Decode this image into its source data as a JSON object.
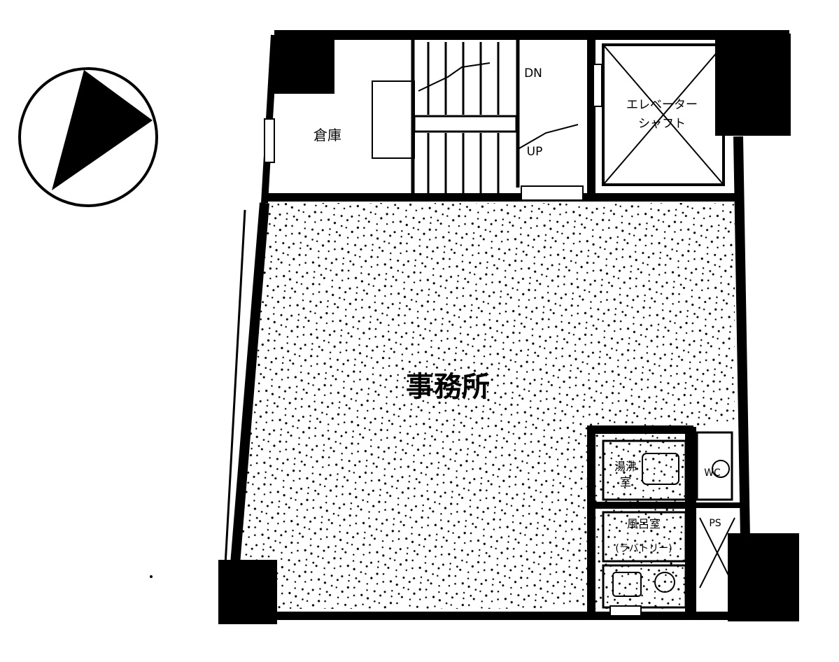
{
  "compass": {
    "icon": "north-arrow-icon",
    "pointing": "right"
  },
  "rooms": {
    "office": "事務所",
    "storage": "倉庫",
    "elevator_shaft_line1": "エレベーター",
    "elevator_shaft_line2": "シャフト",
    "stairs_down": "DN",
    "stairs_up": "UP",
    "kitchenette_line1": "湯沸",
    "kitchenette_line2": "室",
    "washroom": "風呂室",
    "washroom_sub": "(ラバトリー)",
    "wc": "WC",
    "ps": "PS"
  },
  "colors": {
    "ink": "#000000",
    "paper": "#ffffff",
    "wall": "#111111"
  }
}
